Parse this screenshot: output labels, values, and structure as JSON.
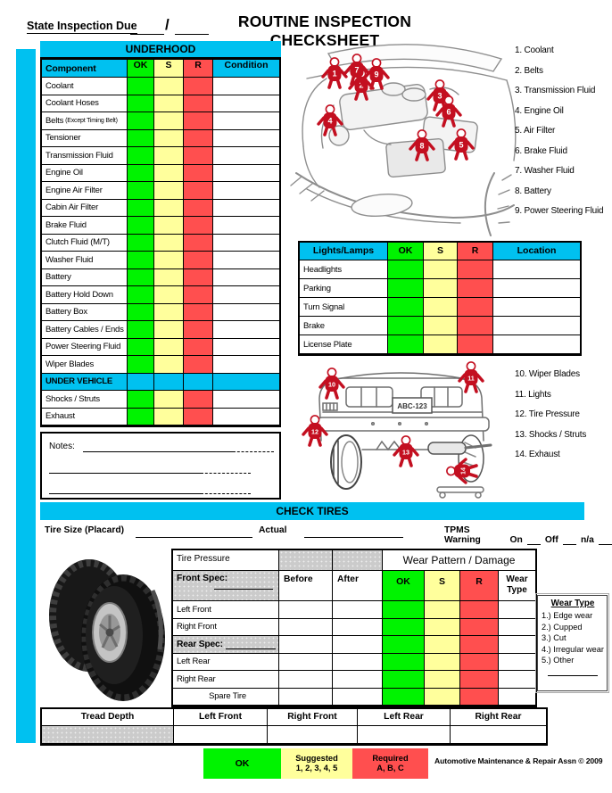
{
  "header": {
    "state_inspection_label": "State Inspection Due",
    "date_separator": "/",
    "title": "ROUTINE INSPECTION CHECKSHEET"
  },
  "colors": {
    "cyan": "#00C1F0",
    "green": "#00F300",
    "yellow": "#FFFF9C",
    "red": "#FF4F4F",
    "gray": "#CBCBCB"
  },
  "underhood": {
    "title": "UNDERHOOD",
    "columns": [
      "Component",
      "OK",
      "S",
      "R",
      "Condition"
    ],
    "rows": [
      {
        "label": "Coolant"
      },
      {
        "label": "Coolant Hoses"
      },
      {
        "label": "Belts",
        "sub": "(Except Timing Belt)"
      },
      {
        "label": "Tensioner"
      },
      {
        "label": "Transmission Fluid"
      },
      {
        "label": "Engine Oil"
      },
      {
        "label": "Engine Air Filter"
      },
      {
        "label": "Cabin Air Filter"
      },
      {
        "label": "Brake Fluid"
      },
      {
        "label": "Clutch Fluid (M/T)"
      },
      {
        "label": "Washer Fluid"
      },
      {
        "label": "Battery"
      },
      {
        "label": "Battery Hold Down"
      },
      {
        "label": "Battery Box"
      },
      {
        "label": "Battery Cables / Ends"
      },
      {
        "label": "Power Steering Fluid"
      },
      {
        "label": "Wiper Blades"
      },
      {
        "label": "UNDER VEHICLE",
        "section": true
      },
      {
        "label": "Shocks / Struts"
      },
      {
        "label": "Exhaust"
      }
    ]
  },
  "engine_callouts": [
    {
      "n": 1,
      "text": "1. Coolant"
    },
    {
      "n": 2,
      "text": "2. Belts"
    },
    {
      "n": 3,
      "text": "3. Transmission Fluid"
    },
    {
      "n": 4,
      "text": "4. Engine Oil"
    },
    {
      "n": 5,
      "text": "5. Air Filter"
    },
    {
      "n": 6,
      "text": "6. Brake Fluid"
    },
    {
      "n": 7,
      "text": "7. Washer Fluid"
    },
    {
      "n": 8,
      "text": "8. Battery"
    },
    {
      "n": 9,
      "text": "9. Power Steering Fluid"
    }
  ],
  "lights": {
    "columns": [
      "Lights/Lamps",
      "OK",
      "S",
      "R",
      "Location"
    ],
    "rows": [
      "Headlights",
      "Parking",
      "Turn Signal",
      "Brake",
      "License Plate"
    ]
  },
  "rear_callouts": [
    {
      "n": 10,
      "text": "10. Wiper Blades"
    },
    {
      "n": 11,
      "text": "11. Lights"
    },
    {
      "n": 12,
      "text": "12. Tire Pressure"
    },
    {
      "n": 13,
      "text": "13. Shocks / Struts"
    },
    {
      "n": 14,
      "text": "14. Exhaust"
    }
  ],
  "license_plate": "ABC-123",
  "notes": {
    "label": "Notes:"
  },
  "check_tires": {
    "title": "CHECK TIRES",
    "tire_size_label": "Tire Size (Placard)",
    "actual_label": "Actual",
    "tpms_label": "TPMS Warning",
    "on_label": "On",
    "off_label": "Off",
    "na_label": "n/a"
  },
  "tire_table": {
    "pressure_header": "Tire Pressure",
    "wear_header": "Wear Pattern / Damage",
    "front_spec": "Front Spec:",
    "before": "Before",
    "after": "After",
    "ok": "OK",
    "s": "S",
    "r": "R",
    "wear_type": "Wear Type",
    "rows": [
      {
        "label": "Left Front"
      },
      {
        "label": "Right Front"
      },
      {
        "label": "Rear Spec:",
        "spec": true
      },
      {
        "label": "Left Rear"
      },
      {
        "label": "Right Rear"
      },
      {
        "label": "Spare Tire",
        "spare": true
      }
    ]
  },
  "wear_legend": {
    "title": "Wear Type",
    "items": [
      "1.) Edge wear",
      "2.) Cupped",
      "3.) Cut",
      "4.) Irregular wear",
      "5.) Other"
    ]
  },
  "tread": {
    "headers": [
      "Tread Depth",
      "Left Front",
      "Right Front",
      "Left Rear",
      "Right Rear"
    ]
  },
  "legend": {
    "ok": "OK",
    "suggested": "Suggested",
    "suggested_values": "1, 2, 3, 4, 5",
    "required": "Required",
    "required_values": "A, B, C"
  },
  "copyright": "Automotive Maintenance & Repair Assn © 2009"
}
